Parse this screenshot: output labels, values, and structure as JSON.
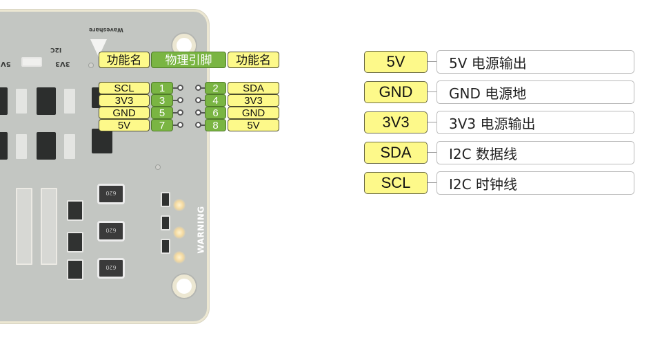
{
  "board": {
    "logo_text": "Waveshare",
    "silk_i2c": "I2C",
    "silk_3v3": "3V3",
    "silk_5v": "5V",
    "warning": "WARNING",
    "cap_label": "620",
    "colors": {
      "pcb": "#c3c6c2",
      "edge": "#ece7d2",
      "chip": "#2c2e2d"
    }
  },
  "pinout": {
    "headers": {
      "left_function": "功能名",
      "physical_pin": "物理引脚",
      "right_function": "功能名"
    },
    "rows": [
      {
        "left": "SCL",
        "pin_left": "1",
        "pin_right": "2",
        "right": "SDA"
      },
      {
        "left": "3V3",
        "pin_left": "3",
        "pin_right": "4",
        "right": "3V3"
      },
      {
        "left": "GND",
        "pin_left": "5",
        "pin_right": "6",
        "right": "GND"
      },
      {
        "left": "5V",
        "pin_left": "7",
        "pin_right": "8",
        "right": "5V"
      }
    ],
    "colors": {
      "function_label": "#fdf98a",
      "pin_label": "#7ab543"
    }
  },
  "legend": [
    {
      "key": "5V",
      "desc": "5V 电源输出"
    },
    {
      "key": "GND",
      "desc": "GND 电源地"
    },
    {
      "key": "3V3",
      "desc": "3V3 电源输出"
    },
    {
      "key": "SDA",
      "desc": "I2C 数据线"
    },
    {
      "key": "SCL",
      "desc": "I2C 时钟线"
    }
  ]
}
